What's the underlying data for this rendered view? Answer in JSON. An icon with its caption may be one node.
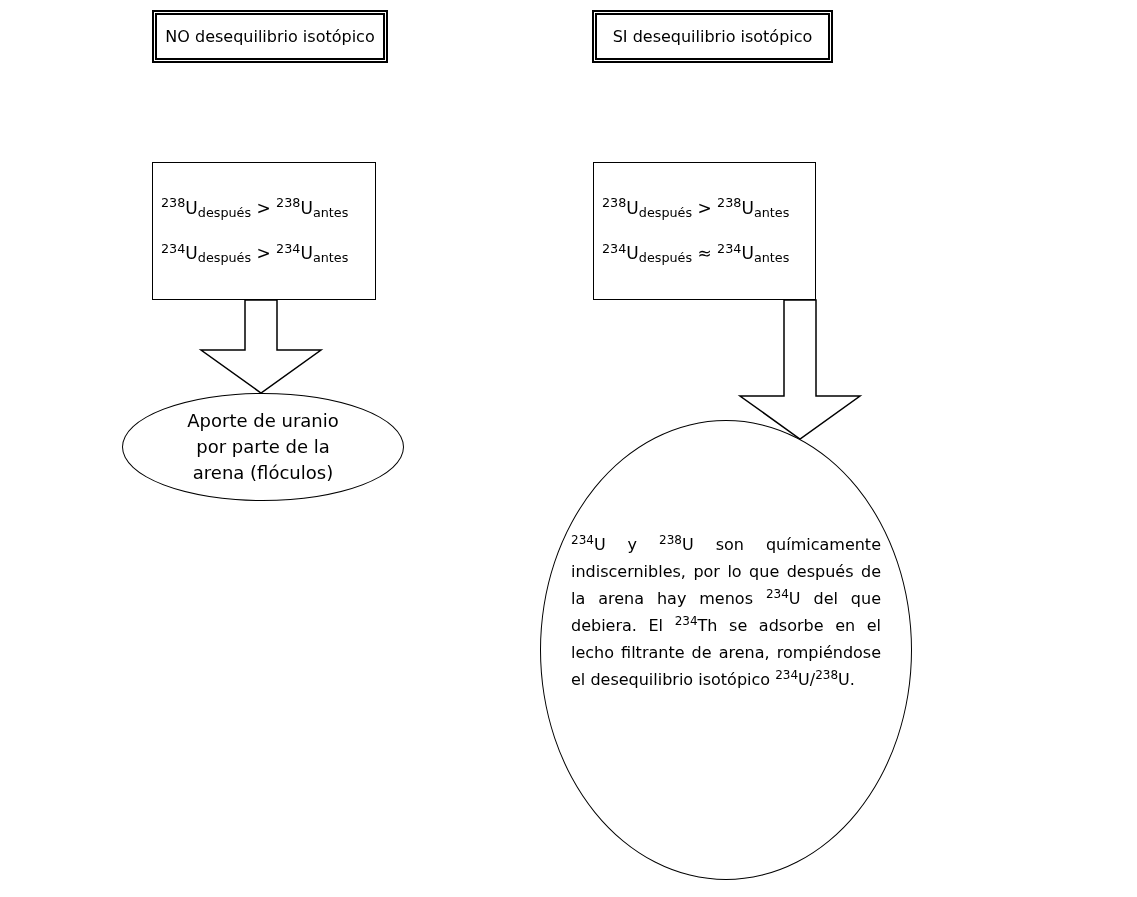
{
  "diagram": {
    "nodes": [
      {
        "text": [
          "NO desequilibrio isotópico"
        ]
      },
      {
        "text": [
          "SI desequilibrio isotópico"
        ]
      },
      {
        "text": [
          "$^{238}$U$_{después}$ > $^{238}$U$_{antes}$",
          "$^{234}$U$_{después}$ > $^{234}$U$_{antes}$"
        ]
      },
      {
        "text": [
          "$^{238}$U$_{después}$ > $^{238}$U$_{antes}$",
          "$^{234}$U$_{después}$ ≈ $^{234}$U$_{antes}$"
        ]
      },
      {
        "text": [
          "Aporte de uranio por parte de la arena (flóculos)"
        ]
      },
      {
        "text": [
          "$^{234}$U y $^{238}$U son químicamente indiscernibles, por lo que después de la arena hay menos $^{234}$U del que debiera. El $^{234}$Th se adsorbe en el lecho filtrante de arena, rompiéndose el desequilibrio isotópico $^{234}$U/$^{238}$U."
        ]
      }
    ],
    "edges": [
      {
        "from": 2,
        "to": 4,
        "arrow": "to"
      },
      {
        "from": 3,
        "to": 5,
        "arrow": "to"
      }
    ]
  }
}
